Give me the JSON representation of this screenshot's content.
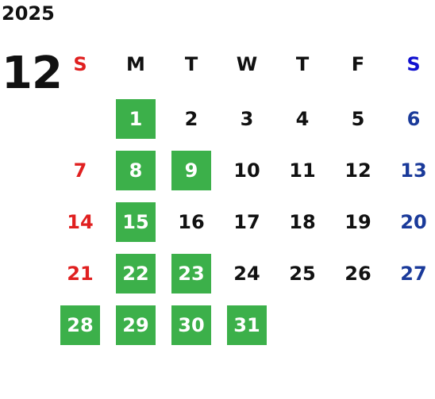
{
  "year": "2025",
  "month": "12",
  "weekdays": [
    {
      "label": "S",
      "color": "#e02020"
    },
    {
      "label": "M",
      "color": "#111111"
    },
    {
      "label": "T",
      "color": "#111111"
    },
    {
      "label": "W",
      "color": "#111111"
    },
    {
      "label": "T",
      "color": "#111111"
    },
    {
      "label": "F",
      "color": "#111111"
    },
    {
      "label": "S",
      "color": "#1010d0"
    }
  ],
  "colors": {
    "sunday": "#e02020",
    "saturday": "#1a3a9a",
    "weekday": "#111111",
    "highlight": "#3cb04a",
    "highlight_text": "#ffffff"
  },
  "first_weekday_index": 1,
  "days_in_month": 31,
  "highlighted_days": [
    1,
    8,
    9,
    15,
    22,
    23,
    28,
    29,
    30,
    31
  ]
}
